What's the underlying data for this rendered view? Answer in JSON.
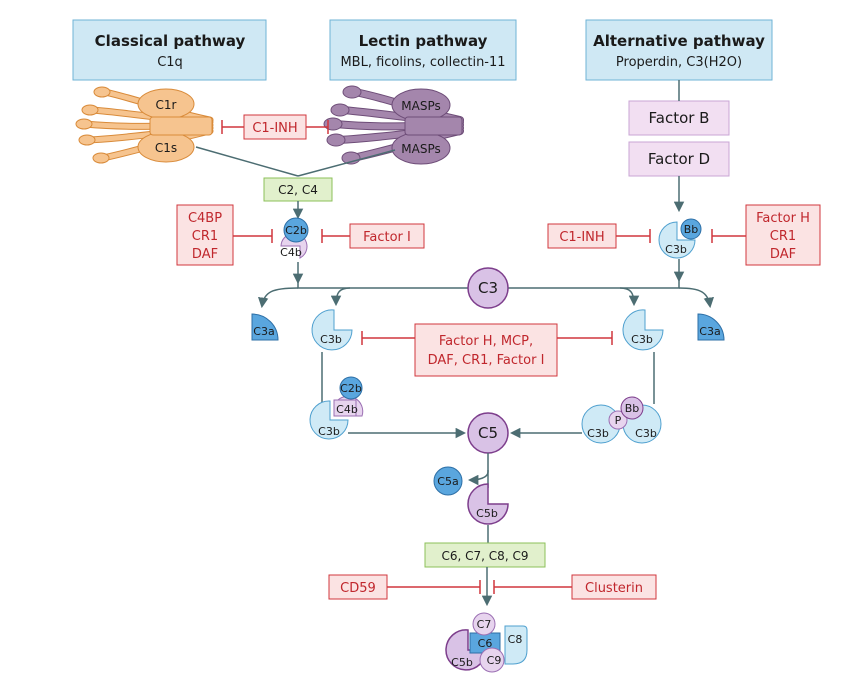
{
  "pathways": {
    "classical": {
      "title": "Classical pathway",
      "subtitle": "C1q"
    },
    "lectin": {
      "title": "Lectin pathway",
      "subtitle": "MBL, ficolins, collectin-11"
    },
    "alternative": {
      "title": "Alternative pathway",
      "subtitle": "Properdin, C3(H2O)"
    }
  },
  "components": {
    "c1r": "C1r",
    "c1s": "C1s",
    "masps_top": "MASPs",
    "masps_bottom": "MASPs",
    "factor_b": "Factor B",
    "factor_d": "Factor D",
    "c2_c4": "C2, C4",
    "c2b": "C2b",
    "c4b": "C4b",
    "bb": "Bb",
    "c3b": "C3b",
    "c3": "C3",
    "c3a": "C3a",
    "p": "P",
    "c5": "C5",
    "c5a": "C5a",
    "c5b": "C5b",
    "c6_c9": "C6, C7, C8, C9",
    "c6": "C6",
    "c7": "C7",
    "c8": "C8",
    "c9": "C9"
  },
  "inhibitors": {
    "c1_inh_top": "C1-INH",
    "c4bp_group": [
      "C4BP",
      "CR1",
      "DAF"
    ],
    "factor_i": "Factor I",
    "c1_inh_alt": "C1-INH",
    "factor_h_group": [
      "Factor H",
      "CR1",
      "DAF"
    ],
    "central": [
      "Factor H, MCP,",
      "DAF, CR1, Factor I"
    ],
    "cd59": "CD59",
    "clusterin": "Clusterin"
  },
  "colors": {
    "pathway_box": "#cfe8f4",
    "inhibitor_fill": "#fbe3e3",
    "inhibitor_stroke": "#d0373d",
    "green_box": "#e1f0cc",
    "factor_box": "#f2dff2",
    "c3_purple": "#d9c2e6",
    "c3b_light_blue": "#cfeaf6",
    "c3a_blue": "#5aa6de",
    "c1_orange": "#f6c48f",
    "masp_purple": "#a486ac",
    "arrow": "#4c6d72"
  }
}
